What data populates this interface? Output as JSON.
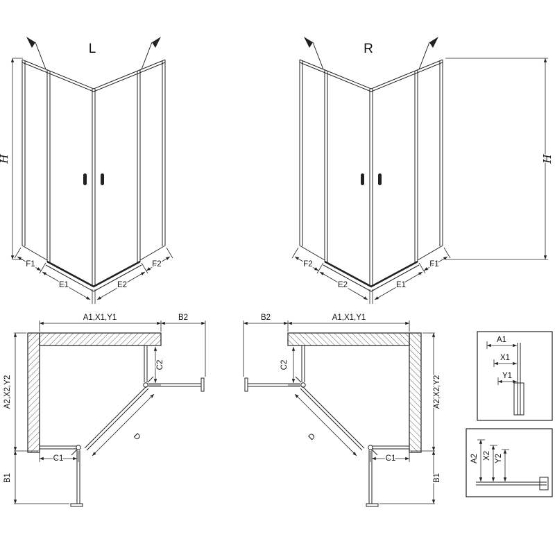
{
  "canvas": {
    "background": "#ffffff",
    "line_color": "#222222"
  },
  "iso_left": {
    "title": "L",
    "height": "H",
    "f1": "F1",
    "e1": "E1",
    "e2": "E2",
    "f2": "F2"
  },
  "iso_right": {
    "title": "R",
    "height": "H",
    "f1": "F1",
    "e1": "E1",
    "e2": "E2",
    "f2": "F2"
  },
  "plan_left": {
    "a1": "A1,X1,Y1",
    "b2": "B2",
    "c2": "C2",
    "a2": "A2,X2,Y2",
    "c1": "C1",
    "b1": "B1",
    "d": "D"
  },
  "plan_right": {
    "a1": "A1,X1,Y1",
    "b2": "B2",
    "c2": "C2",
    "a2": "A2,X2,Y2",
    "c1": "C1",
    "b1": "B1",
    "d": "D"
  },
  "detail_top": {
    "a1": "A1",
    "x1": "X1",
    "y1": "Y1"
  },
  "detail_bottom": {
    "a2": "A2",
    "x2": "X2",
    "y2": "Y2"
  }
}
